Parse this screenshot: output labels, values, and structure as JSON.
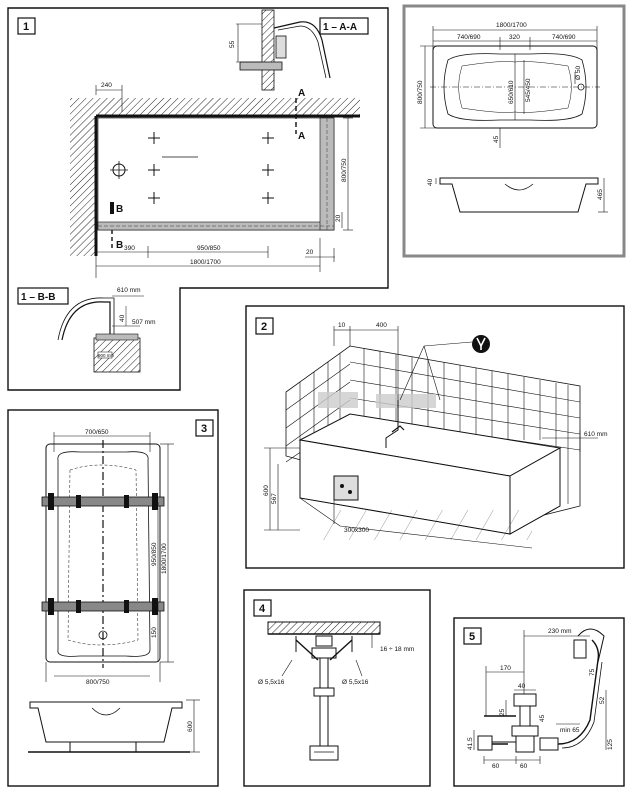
{
  "panel1": {
    "step": "1",
    "section_aa": "1 – A-A",
    "section_bb": "1 – B-B",
    "marker_a": "A",
    "marker_b": "B",
    "dims": {
      "d240": "240",
      "d390": "390",
      "d950": "950/850",
      "d1800": "1800/1700",
      "d800_750": "800/750",
      "d20a": "20",
      "d20b": "20",
      "d55": "55",
      "d610": "610 mm",
      "d40": "40",
      "d507": "507 mm",
      "d900": "900 mm"
    }
  },
  "panel_top": {
    "d1800": "1800/1700",
    "d740a": "740/690",
    "d320": "320",
    "d740b": "740/690",
    "d800": "800/750",
    "d650": "650/610",
    "d545": "545/450",
    "d50": "Ø 50",
    "d45": "45",
    "d40": "40",
    "d465": "465"
  },
  "panel2": {
    "step": "2",
    "d10": "10",
    "d400": "400",
    "d610": "610 mm",
    "d600": "600",
    "d567": "567",
    "d300": "300x300"
  },
  "panel3": {
    "step": "3",
    "d700": "700/650",
    "d950": "950/850",
    "d1800": "1800/1700",
    "d150": "150",
    "d800": "800/750",
    "d600": "600"
  },
  "panel4": {
    "step": "4",
    "d16": "16 ÷ 18 mm",
    "screw_l": "Ø 5,5x16",
    "screw_r": "Ø 5,5x16"
  },
  "panel5": {
    "step": "5",
    "d230": "230 mm",
    "d170": "170",
    "d40": "40",
    "d45": "45",
    "d25": "25",
    "dmin": "min 65",
    "d60a": "60",
    "d60b": "60",
    "d125": "125",
    "d41": "41.5",
    "d52": "52",
    "d75": "75"
  }
}
